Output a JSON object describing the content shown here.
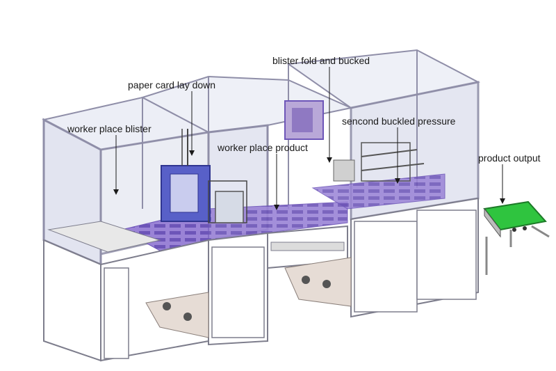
{
  "labels": {
    "worker_place_blister": "worker place blister",
    "paper_card_lay_down": "paper card lay down",
    "blister_fold_and_bucked": "blister fold and bucked",
    "worker_place_product": "worker place product",
    "sencond_buckled_pressure": "sencond buckled pressure",
    "product_output": "product output"
  },
  "colors": {
    "frame": "#8f8ea8",
    "glass": "#e2e4f0",
    "cabinet": "#ffffff",
    "cabinet_edge": "#7d7d8c",
    "tray": "#9a83d6",
    "conveyor_belt": "#2fc43f",
    "plate": "#e6dcd5",
    "machine_blue": "#5860c8"
  }
}
